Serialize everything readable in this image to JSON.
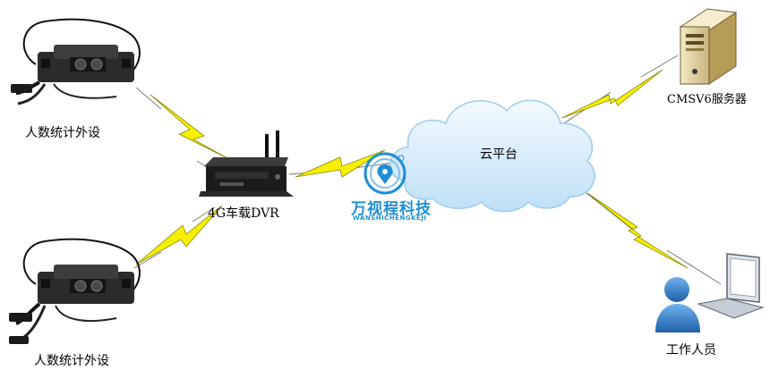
{
  "nodes": {
    "sensor_top": {
      "label": "人数统计外设"
    },
    "sensor_bottom": {
      "label": "人数统计外设"
    },
    "dvr": {
      "label": "4G车载DVR"
    },
    "cloud": {
      "label": "云平台"
    },
    "server": {
      "label": "CMSV6服务器"
    },
    "worker": {
      "label": "工作人员"
    }
  },
  "logo": {
    "name": "万视程科技",
    "sub": "WANSHICHENGKEJI"
  },
  "colors": {
    "bolt": "#f6f000",
    "bolt_stroke": "#8a8600",
    "cloud": "#d6ecfb",
    "logo": "#1e8fd6"
  }
}
